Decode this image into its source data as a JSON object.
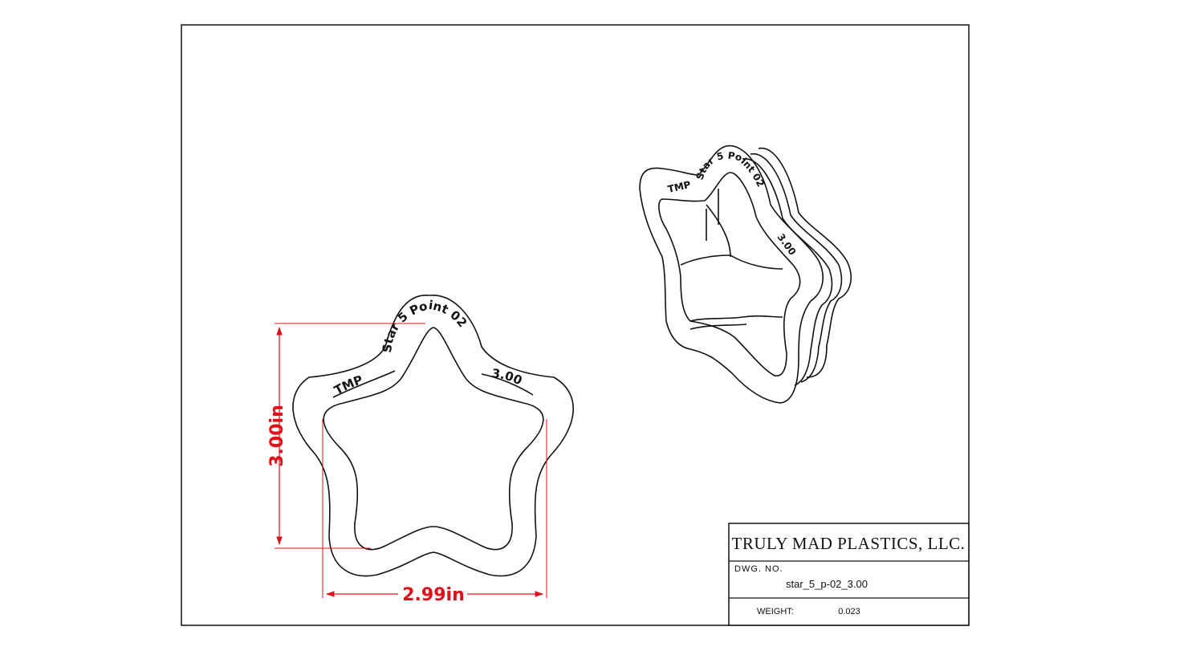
{
  "drawing": {
    "company": "TRULY MAD PLASTICS, LLC.",
    "dwg_no_label": "DWG. NO.",
    "dwg_no": "star_5_p-02_3.00",
    "weight_label": "WEIGHT:",
    "weight": "0.023"
  },
  "part": {
    "brand_mark": "TMP",
    "name": "Star 5 Point 02",
    "size": "3.00"
  },
  "dimensions": {
    "height": "3.00in",
    "width": "2.99in"
  },
  "colors": {
    "line": "#111111",
    "dimension": "#e0101a",
    "paper": "#ffffff"
  }
}
